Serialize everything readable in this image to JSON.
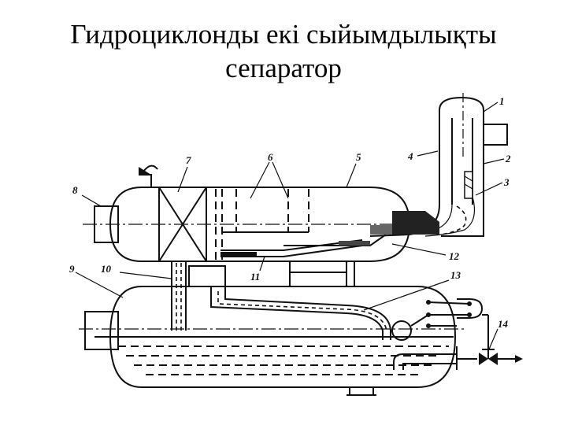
{
  "title": {
    "line1": "Гидроциклонды екі сыйымдылықты",
    "line2": "сепаратор"
  },
  "labels": [
    "1",
    "2",
    "3",
    "4",
    "5",
    "6",
    "7",
    "8",
    "9",
    "10",
    "11",
    "12",
    "13",
    "14"
  ]
}
